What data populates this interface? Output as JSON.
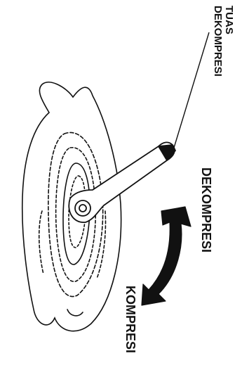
{
  "labels": {
    "lever_line1": "TUAS",
    "lever_line2": "DEKOMPRESI",
    "arrow_top": "DEKOMPRESI",
    "arrow_bottom": "KOMPRESI"
  },
  "colors": {
    "ink": "#111111",
    "background": "#ffffff"
  }
}
